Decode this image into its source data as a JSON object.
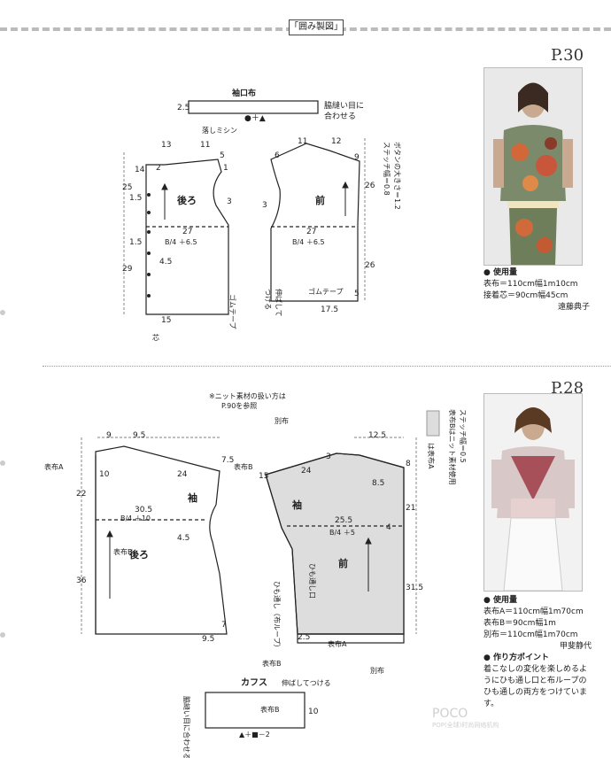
{
  "header": {
    "title": "「囲み製図」"
  },
  "top_section": {
    "page_ref": "P.30",
    "info": {
      "heading": "● 使用量",
      "line1": "表布＝110cm幅1m10cm",
      "line2": "接着芯＝90cm幅45cm",
      "author": "遠藤典子"
    },
    "labels": {
      "sleeve_band": "袖口布",
      "sleeve_band_note1": "脇縫い目に",
      "sleeve_band_note2": "合わせる",
      "sleeve_band_w": "2.5",
      "sleeve_band_formula": "●＋▲",
      "otoshi": "落しミシン",
      "back": "後ろ",
      "front": "前",
      "formula": "B/4 ＋6.5",
      "gomu": "ゴムテープ",
      "nobashite": "伸ばして",
      "tsukeru": "つける",
      "button": "ボタンの大きさ＝1.2",
      "stitch": "ステッチ幅＝0.8",
      "shin": "芯",
      "n13": "13",
      "n11a": "11",
      "n11b": "11",
      "n12": "12",
      "n14": "14",
      "n25": "25",
      "n29": "29",
      "n26a": "26",
      "n26b": "26",
      "n27a": "27",
      "n27b": "27",
      "n15": "15",
      "n17_5": "17.5",
      "n4_5": "4.5",
      "n1_5a": "1.5",
      "n1_5b": "1.5",
      "n3a": "3",
      "n3b": "3",
      "n5a": "5",
      "n5b": "5",
      "n6": "6",
      "n9": "9",
      "n2": "2",
      "n1": "1"
    }
  },
  "bottom_section": {
    "page_ref": "P.28",
    "note1": "※ニット素材の扱い方は",
    "note2": "P.90を参照",
    "stitch_note": "ステッチ幅＝0.5",
    "cloth_b_note": "表布Bはニット素材使用",
    "legend_label": "は表布A",
    "info": {
      "heading": "● 使用量",
      "line1": "表布A＝110cm幅1m70cm",
      "line2": "表布B＝90cm幅1m",
      "line3": "別布＝110cm幅1m70cm",
      "author": "甲斐静代",
      "tip_heading": "● 作り方ポイント",
      "tip_text": "着こなしの変化を楽しめるようにひも通し口と布ループのひも通しの両方をつけています。"
    },
    "labels": {
      "sleeve": "袖",
      "back": "後ろ",
      "front": "前",
      "cloth_a": "表布A",
      "cloth_b": "表布B",
      "betsu": "別布",
      "formula_back": "B/4 ＋10",
      "formula_front": "B/4 ＋5",
      "himo": "ひも通し口",
      "loop": "ひも通し（布ループ）",
      "cuffs": "カフス",
      "cuffs_note": "伸ばしてつける",
      "cuffs_side": "脇縫い目に合わせる",
      "cuffs_formula": "▲＋■－2",
      "n9": "9",
      "n9_5a": "9.5",
      "n9_5b": "9.5",
      "n12_5": "12.5",
      "n22": "22",
      "n36": "36",
      "n30_5": "30.5",
      "n25_5": "25.5",
      "n21": "21",
      "n31_5": "31.5",
      "n8": "8",
      "n8_5": "8.5",
      "n24a": "24",
      "n24b": "24",
      "n7_5": "7.5",
      "n10a": "10",
      "n10b": "10",
      "n15": "15",
      "n4_5": "4.5",
      "n2_5": "2.5",
      "n7": "7",
      "n4": "4",
      "n3": "3"
    }
  },
  "watermark": {
    "text": "POCO",
    "sub": "POP(全球)时尚网络机构"
  }
}
